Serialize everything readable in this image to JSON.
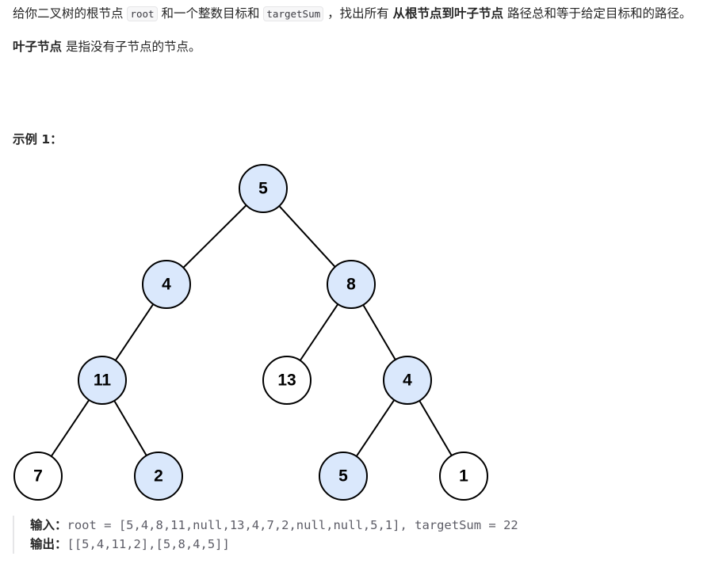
{
  "problem": {
    "p1_part1": "给你二叉树的根节点 ",
    "p1_code1": "root",
    "p1_part2": " 和一个整数目标和 ",
    "p1_code2": "targetSum",
    "p1_part3": " ，找出所有 ",
    "p1_bold": "从根节点到叶子节点",
    "p1_part4": " 路径总和等于给定目标和的路径。",
    "p2_bold": "叶子节点",
    "p2_rest": " 是指没有子节点的节点。"
  },
  "example": {
    "title": "示例 1：",
    "input_label": "输入：",
    "input_value": "root = [5,4,8,11,null,13,4,7,2,null,null,5,1], targetSum = 22",
    "output_label": "输出：",
    "output_value": "[[5,4,11,2],[5,8,4,5]]"
  },
  "tree": {
    "colors": {
      "highlight_fill": "#dae8fc",
      "plain_fill": "#ffffff",
      "stroke": "#000000"
    },
    "nodes": [
      {
        "id": "n5a",
        "label": "5",
        "highlighted": true
      },
      {
        "id": "n4a",
        "label": "4",
        "highlighted": true
      },
      {
        "id": "n8",
        "label": "8",
        "highlighted": true
      },
      {
        "id": "n11",
        "label": "11",
        "highlighted": true
      },
      {
        "id": "n13",
        "label": "13",
        "highlighted": false
      },
      {
        "id": "n4b",
        "label": "4",
        "highlighted": true
      },
      {
        "id": "n7",
        "label": "7",
        "highlighted": false
      },
      {
        "id": "n2",
        "label": "2",
        "highlighted": true
      },
      {
        "id": "n5b",
        "label": "5",
        "highlighted": true
      },
      {
        "id": "n1",
        "label": "1",
        "highlighted": false
      }
    ],
    "edges": [
      [
        "n5a",
        "n4a"
      ],
      [
        "n5a",
        "n8"
      ],
      [
        "n4a",
        "n11"
      ],
      [
        "n8",
        "n13"
      ],
      [
        "n8",
        "n4b"
      ],
      [
        "n11",
        "n7"
      ],
      [
        "n11",
        "n2"
      ],
      [
        "n4b",
        "n5b"
      ],
      [
        "n4b",
        "n1"
      ]
    ]
  }
}
